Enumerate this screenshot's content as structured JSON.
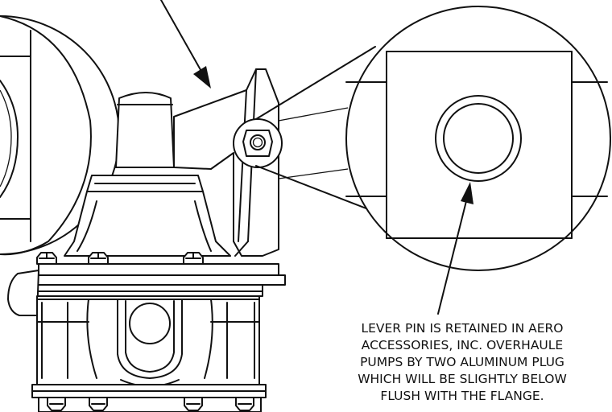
{
  "note": {
    "lines": [
      "LEVER PIN IS RETAINED IN AERO",
      "ACCESSORIES, INC. OVERHAULE",
      "PUMPS BY TWO ALUMINUM PLUG",
      "WHICH WILL BE SLIGHTLY BELOW",
      "FLUSH WITH THE FLANGE."
    ]
  },
  "colors": {
    "line": "#111111",
    "background": "#ffffff"
  }
}
